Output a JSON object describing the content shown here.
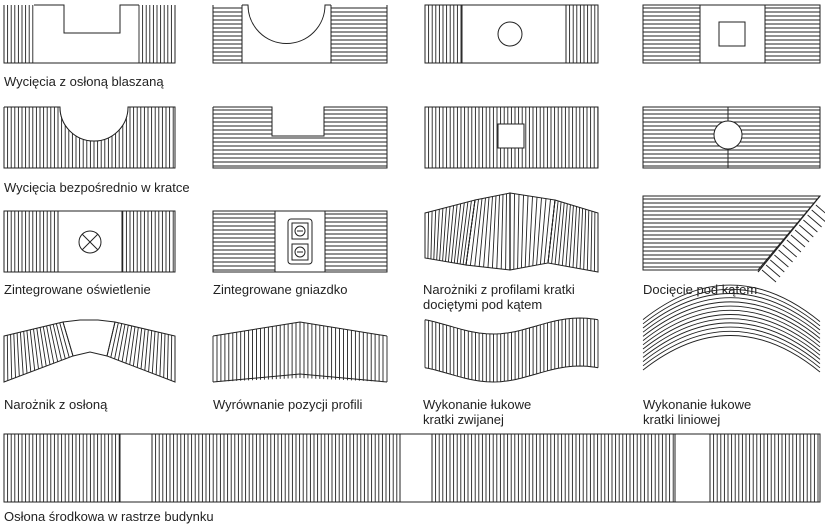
{
  "labels": {
    "r1": "Wycięcia z osłoną blaszaną",
    "r2": "Wycięcia bezpośrednio w kratce",
    "r3_1": "Zintegrowane oświetlenie",
    "r3_2": "Zintegrowane gniazdko",
    "r3_3_line1": "Narożniki z profilami kratki",
    "r3_3_line2": "dociętymi pod kątem",
    "r3_4": "Docięcie pod kątem",
    "r4_1": "Narożnik z osłoną",
    "r4_2": "Wyrównanie pozycji profili",
    "r4_3_line1": "Wykonanie łukowe",
    "r4_3_line2": "kratki zwijanej",
    "r4_4_line1": "Wykonanie łukowe",
    "r4_4_line2": "kratki liniowej",
    "r5": "Osłona środkowa w rastrze budynku"
  },
  "colors": {
    "line": "#222222",
    "background": "#ffffff"
  }
}
